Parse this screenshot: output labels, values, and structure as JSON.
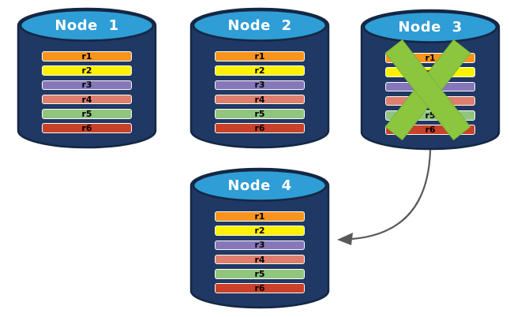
{
  "diagram": {
    "description": "Database replication cluster with node failure and failover",
    "nodes": [
      {
        "id": "node-1",
        "label": "Node 1",
        "failed": false,
        "records": [
          "r1",
          "r2",
          "r3",
          "r4",
          "r5",
          "r6"
        ]
      },
      {
        "id": "node-2",
        "label": "Node 2",
        "failed": false,
        "records": [
          "r1",
          "r2",
          "r3",
          "r4",
          "r5",
          "r6"
        ]
      },
      {
        "id": "node-3",
        "label": "Node 3",
        "failed": true,
        "records": [
          "r1",
          "r2",
          "r3",
          "r4",
          "r5",
          "r6"
        ]
      },
      {
        "id": "node-4",
        "label": "Node 4",
        "failed": false,
        "records": [
          "r1",
          "r2",
          "r3",
          "r4",
          "r5",
          "r6"
        ]
      }
    ],
    "record_colors": {
      "r1": "#F7941D",
      "r2": "#FFF200",
      "r3": "#8577B9",
      "r4": "#DE7E6C",
      "r5": "#90C57E",
      "r6": "#C84128"
    },
    "colors": {
      "cylinder_body": "#1F3864",
      "cylinder_top": "#2F9DD6",
      "cylinder_outline": "#142743",
      "record_border": "#FCFCF6",
      "record_text": "#000000",
      "node_label_text": "#FFFFFF",
      "failure_x": "#8CC63F",
      "arrow": "#595959",
      "background": "#FFFFFF"
    },
    "arrow": {
      "from": "node-3",
      "to": "node-4"
    },
    "failure_marker_on": "node-3"
  }
}
